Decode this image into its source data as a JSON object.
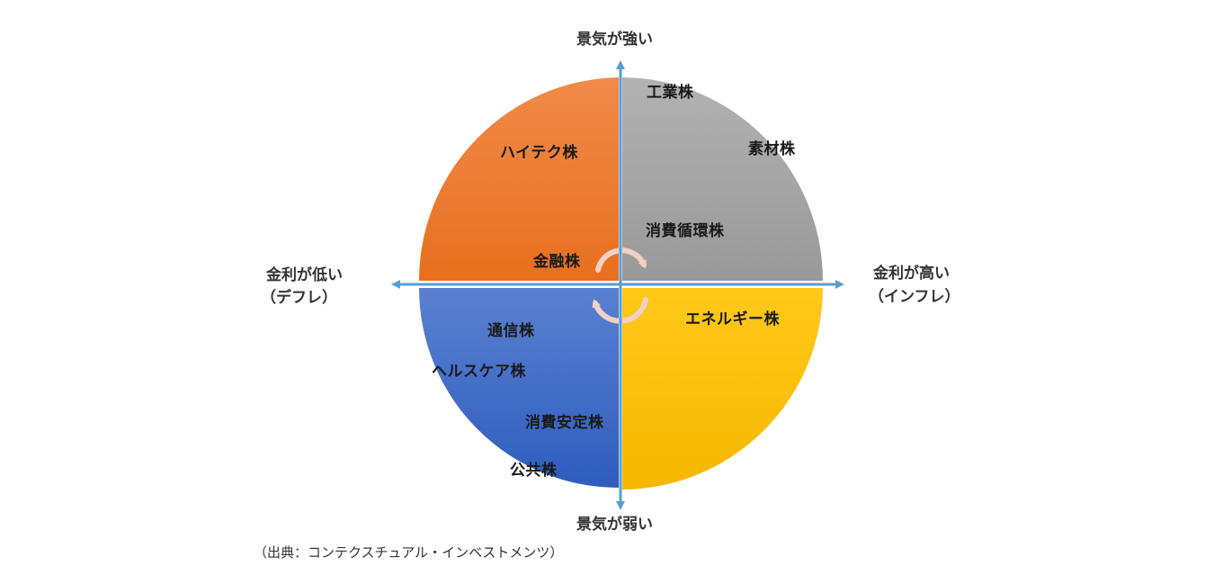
{
  "diagram": {
    "axes": {
      "top": "景気が強い",
      "bottom": "景気が弱い",
      "left_line1": "金利が低い",
      "left_line2": "（デフレ）",
      "right_line1": "金利が高い",
      "right_line2": "（インフレ）"
    },
    "quadrants": {
      "top_left": {
        "color": "#ED7D31",
        "sectors": [
          "ハイテク株",
          "金融株"
        ]
      },
      "top_right": {
        "color": "#A5A5A5",
        "sectors": [
          "工業株",
          "素材株",
          "消費循環株"
        ]
      },
      "bottom_right": {
        "color": "#FFC000",
        "sectors": [
          "エネルギー株"
        ]
      },
      "bottom_left": {
        "color": "#4472C4",
        "sectors": [
          "通信株",
          "ヘルスケア株",
          "消費安定株",
          "公共株"
        ]
      }
    },
    "axis_color": "#5B9BD5",
    "cycle_arrow_color": "#F4CCCC",
    "source": "（出典：コンテクスチュアル・インベストメンツ）"
  }
}
